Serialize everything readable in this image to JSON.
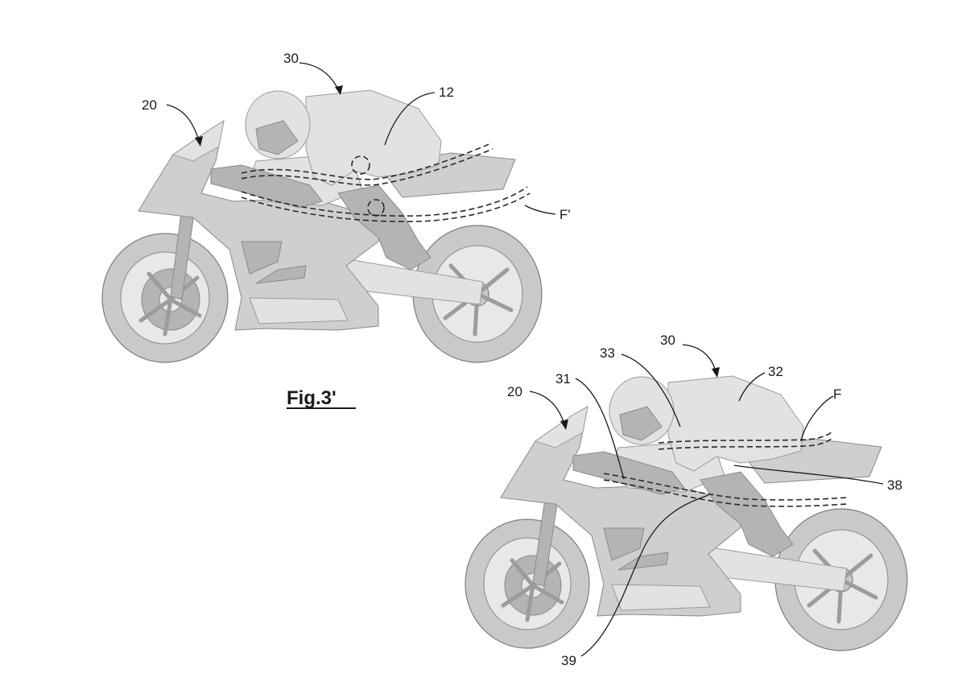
{
  "caption": "Fig.3'",
  "top_figure": {
    "labels": {
      "rider": "30",
      "fairing": "20",
      "torso_region": "12",
      "flow": "F'"
    }
  },
  "bottom_figure": {
    "labels": {
      "rider": "30",
      "fairing": "20",
      "arm": "31",
      "helmet": "33",
      "back": "32",
      "flow": "F",
      "seat_region": "38",
      "lower_region": "39"
    }
  }
}
